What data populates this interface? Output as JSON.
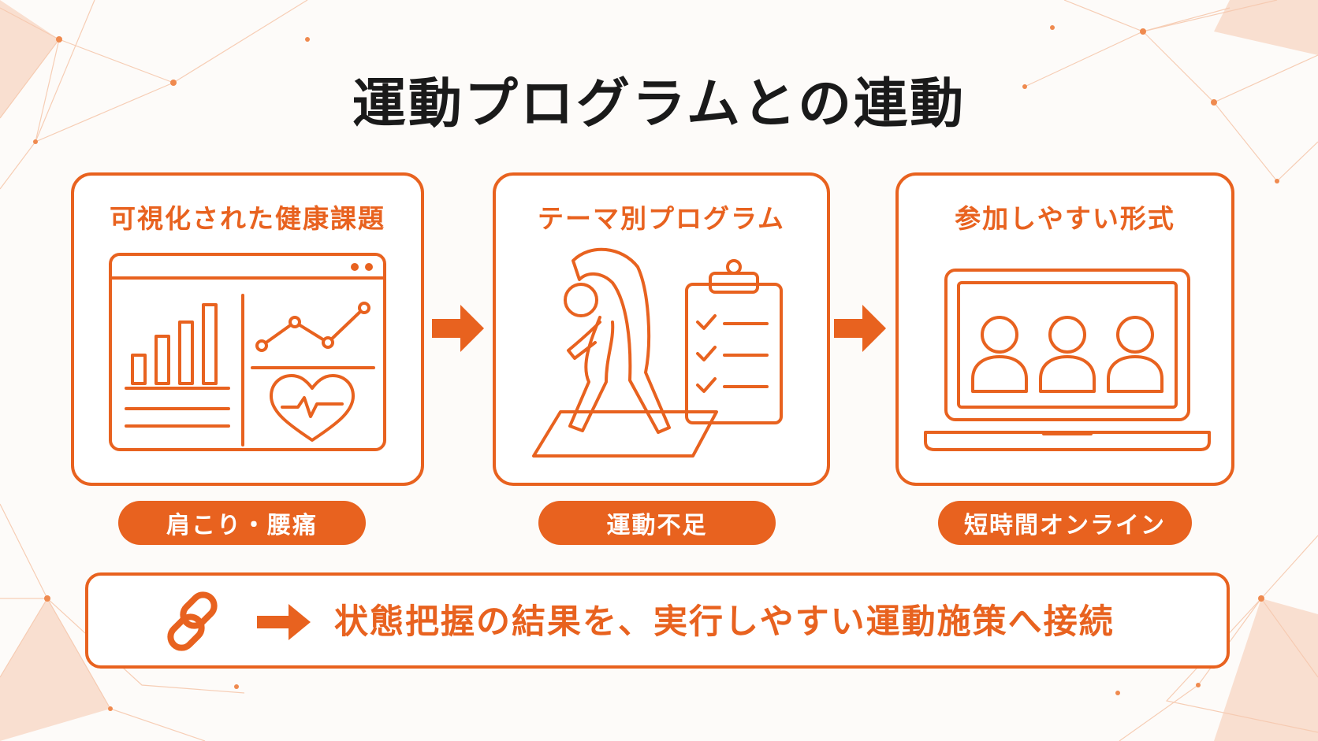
{
  "title": "運動プログラムとの連動",
  "colors": {
    "accent": "#e8621f",
    "title": "#1a1a1a",
    "background": "#fdfbf9"
  },
  "steps": [
    {
      "heading": "可視化された健康課題",
      "tag": "肩こり・腰痛",
      "icon": "dashboard-chart-heart-icon"
    },
    {
      "heading": "テーマ別プログラム",
      "tag": "運動不足",
      "icon": "stretching-person-checklist-icon"
    },
    {
      "heading": "参加しやすい形式",
      "tag": "短時間オンライン",
      "icon": "laptop-online-meeting-icon"
    }
  ],
  "flow_arrow_icon": "right-arrow-icon",
  "summary": {
    "icon": "link-chain-icon",
    "arrow_icon": "right-arrow-icon",
    "text": "状態把握の結果を、実行しやすい運動施策へ接続"
  }
}
